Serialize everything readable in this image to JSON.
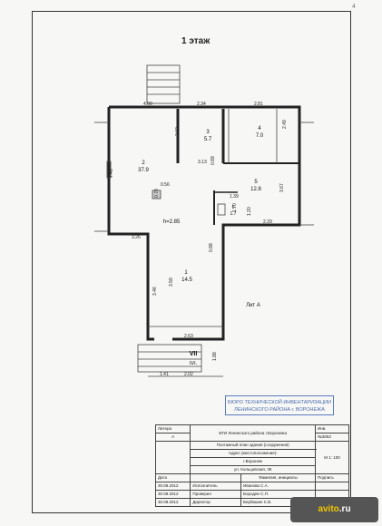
{
  "page_number": "4",
  "title": "1 этаж",
  "rooms": [
    {
      "id": "room-2",
      "num": "2",
      "area": "37.9"
    },
    {
      "id": "room-3",
      "num": "3",
      "area": "5.7"
    },
    {
      "id": "room-4",
      "num": "4",
      "area": "7.0"
    },
    {
      "id": "room-5",
      "num": "5",
      "area": "12.8"
    },
    {
      "id": "room-6",
      "num": "6",
      "area": "1.7"
    },
    {
      "id": "room-1",
      "num": "1",
      "area": "14.5"
    }
  ],
  "height_label": "h=2.85",
  "dimensions": [
    "4.00",
    "2.34",
    "2.81",
    "3.02",
    "3.13",
    "2.49",
    "7.43",
    "0.56",
    "0.70",
    "0.89",
    "3.67",
    "1.39",
    "1.70",
    "1.20",
    "2.29",
    "3.26",
    "0.88",
    "3.46",
    "3.59",
    "2.63",
    "1.88",
    "1.41",
    "2.02"
  ],
  "litera_label": "Лит А",
  "stairs_label": "VII",
  "stairs_sub": "пл.",
  "stamp": {
    "line1": "БЮРО ТЕХНИЧЕСКОЙ ИНВЕНТАРИЗАЦИИ",
    "line2": "ЛЕНИНСКОГО РАЙОНА г. ВОРОНЕЖА"
  },
  "title_block": {
    "litera_header": "Литера",
    "litera_value": "А",
    "org": "БТИ Ленинского района г.Воронежа",
    "inv_label": "Инв.",
    "inv_value": "№3053",
    "plan_title": "Поэтажный план здания (сооружения)",
    "address_label": "Адрес (местоположение):",
    "city": "г.Воронеж",
    "street": "ул. Кольцовская, 39",
    "scale": "М 1: 100",
    "col_date": "Дата",
    "col_name": "Фамилия, инициалы",
    "col_sign": "Подпись",
    "rows": [
      {
        "date": "30.08.2012",
        "role": "Исполнитель",
        "name": "Иванова С.А."
      },
      {
        "date": "30.08.2012",
        "role": "Проверил",
        "name": "Бородин С.П."
      },
      {
        "date": "30.08.2012",
        "role": "Директор",
        "name": "Бербашин С.В."
      }
    ]
  },
  "watermark": {
    "brand": "avito",
    "suffix": ".ru"
  }
}
